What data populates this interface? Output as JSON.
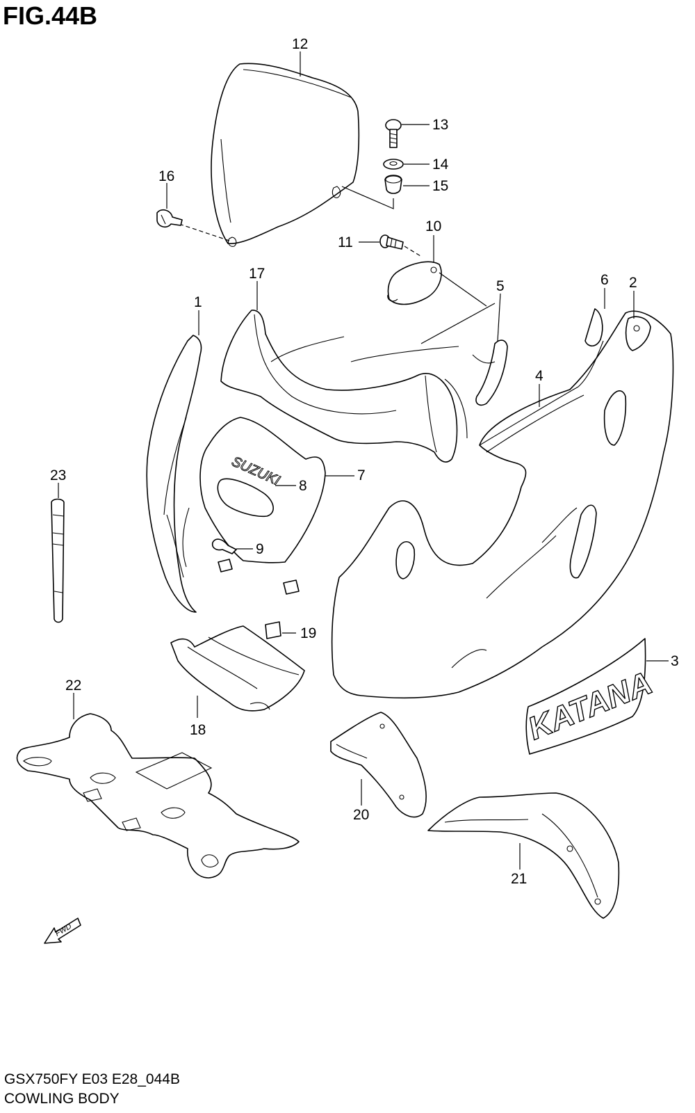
{
  "figure": {
    "title": "FIG.44B",
    "model_code": "GSX750FY E03 E28_044B",
    "name": "COWLING BODY"
  },
  "callouts": [
    "1",
    "2",
    "3",
    "4",
    "5",
    "6",
    "7",
    "8",
    "9",
    "10",
    "11",
    "12",
    "13",
    "14",
    "15",
    "16",
    "17",
    "18",
    "19",
    "20",
    "21",
    "22",
    "23"
  ],
  "decals": {
    "suzuki": "SUZUKI",
    "katana": "KATANA"
  },
  "fwd_label": "FWD",
  "colors": {
    "line": "#000000",
    "background": "#ffffff"
  }
}
